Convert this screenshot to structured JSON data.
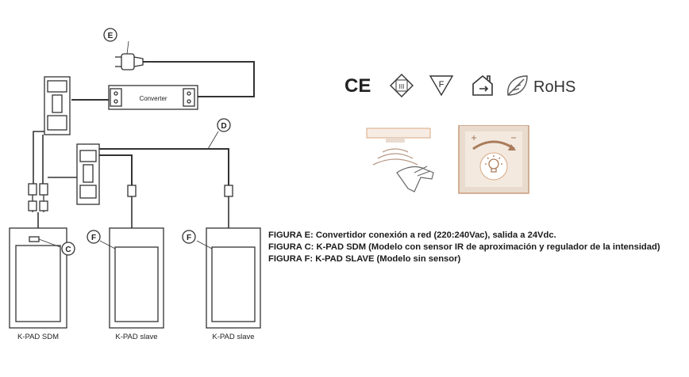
{
  "diagram": {
    "callouts": {
      "e": "E",
      "d": "D",
      "c": "C",
      "f1": "F",
      "f2": "F"
    },
    "converter_label": "Converter",
    "devices": [
      {
        "label": "K-PAD SDM"
      },
      {
        "label": "K-PAD slave"
      },
      {
        "label": "K-PAD slave"
      }
    ]
  },
  "logos": {
    "ce": "CE",
    "class_iii": "III",
    "f_mark": "F",
    "rohs": "RoHS",
    "house_icon": "indoor-use-house-icon",
    "leaf_icon": "leaf-icon"
  },
  "legend": [
    "FIGURA  E: Convertidor conexión a red (220:240Vac), salida  a 24Vdc.",
    "FIGURA  C: K-PAD SDM  (Modelo con sensor IR de aproximación  y regulador de la intensidad)",
    "FIGURA  F: K-PAD SLAVE (Modelo sin sensor)"
  ],
  "colors": {
    "line": "#333333",
    "panel_accent": "#d8a882",
    "panel_bg": "#f6ece4"
  }
}
